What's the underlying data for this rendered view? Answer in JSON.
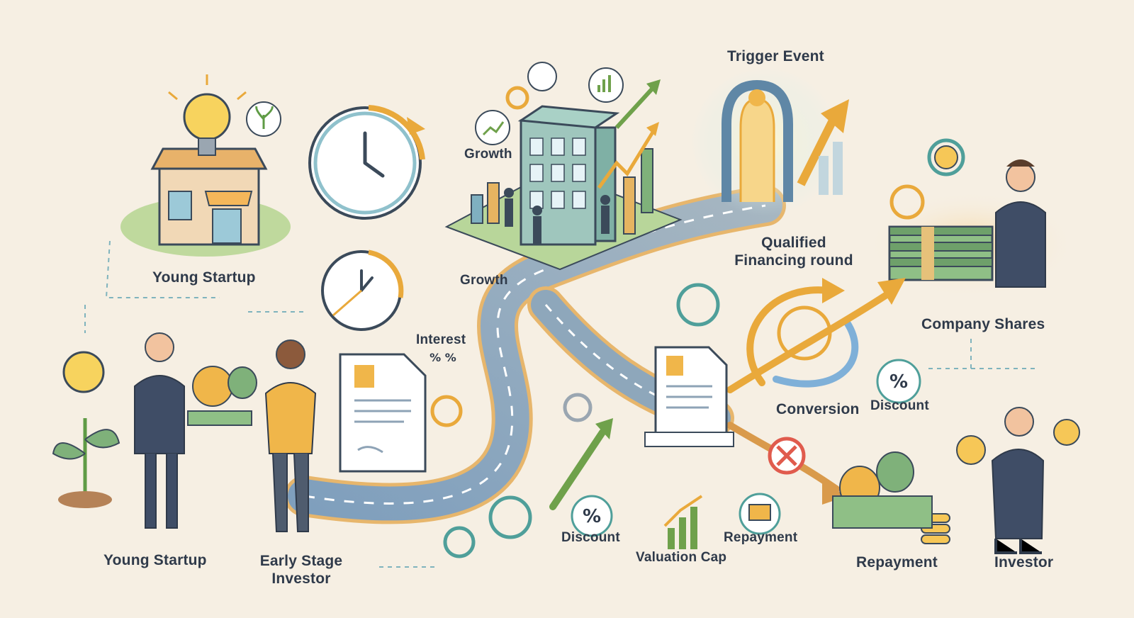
{
  "labels": {
    "young_startup_top": "Young Startup",
    "young_startup_bottom": "Young Startup",
    "early_stage_investor_line1": "Early Stage",
    "early_stage_investor_line2": "Investor",
    "growth_upper": "Growth",
    "growth_lower": "Growth",
    "interest": "Interest",
    "trigger_event": "Trigger Event",
    "qualified_line1": "Qualified",
    "qualified_line2": "Financing round",
    "company_shares": "Company Shares",
    "conversion": "Conversion",
    "discount_right": "Discount",
    "discount_bottom": "Discount",
    "valuation_cap": "Valuation Cap",
    "repayment_small": "Repayment",
    "repayment_large": "Repayment",
    "investor": "Investor"
  },
  "icons": [
    "lightbulb-icon",
    "storefront-icon",
    "clock-icon",
    "office-building-icon",
    "growth-chart-icon",
    "gear-icon",
    "document-icon",
    "percent-icon",
    "money-bag-icon",
    "cash-stack-icon",
    "coin-icon",
    "cancel-x-icon",
    "arrow-icon",
    "road-path",
    "gateway-arch-icon",
    "sprout-icon"
  ],
  "colors": {
    "background": "#f6efe3",
    "road": "#6f8fac",
    "road_edge": "#d9a45a",
    "accent_orange": "#f0a537",
    "accent_green": "#6fa14b",
    "accent_teal": "#4f9f9a",
    "text": "#2f3a4a"
  }
}
